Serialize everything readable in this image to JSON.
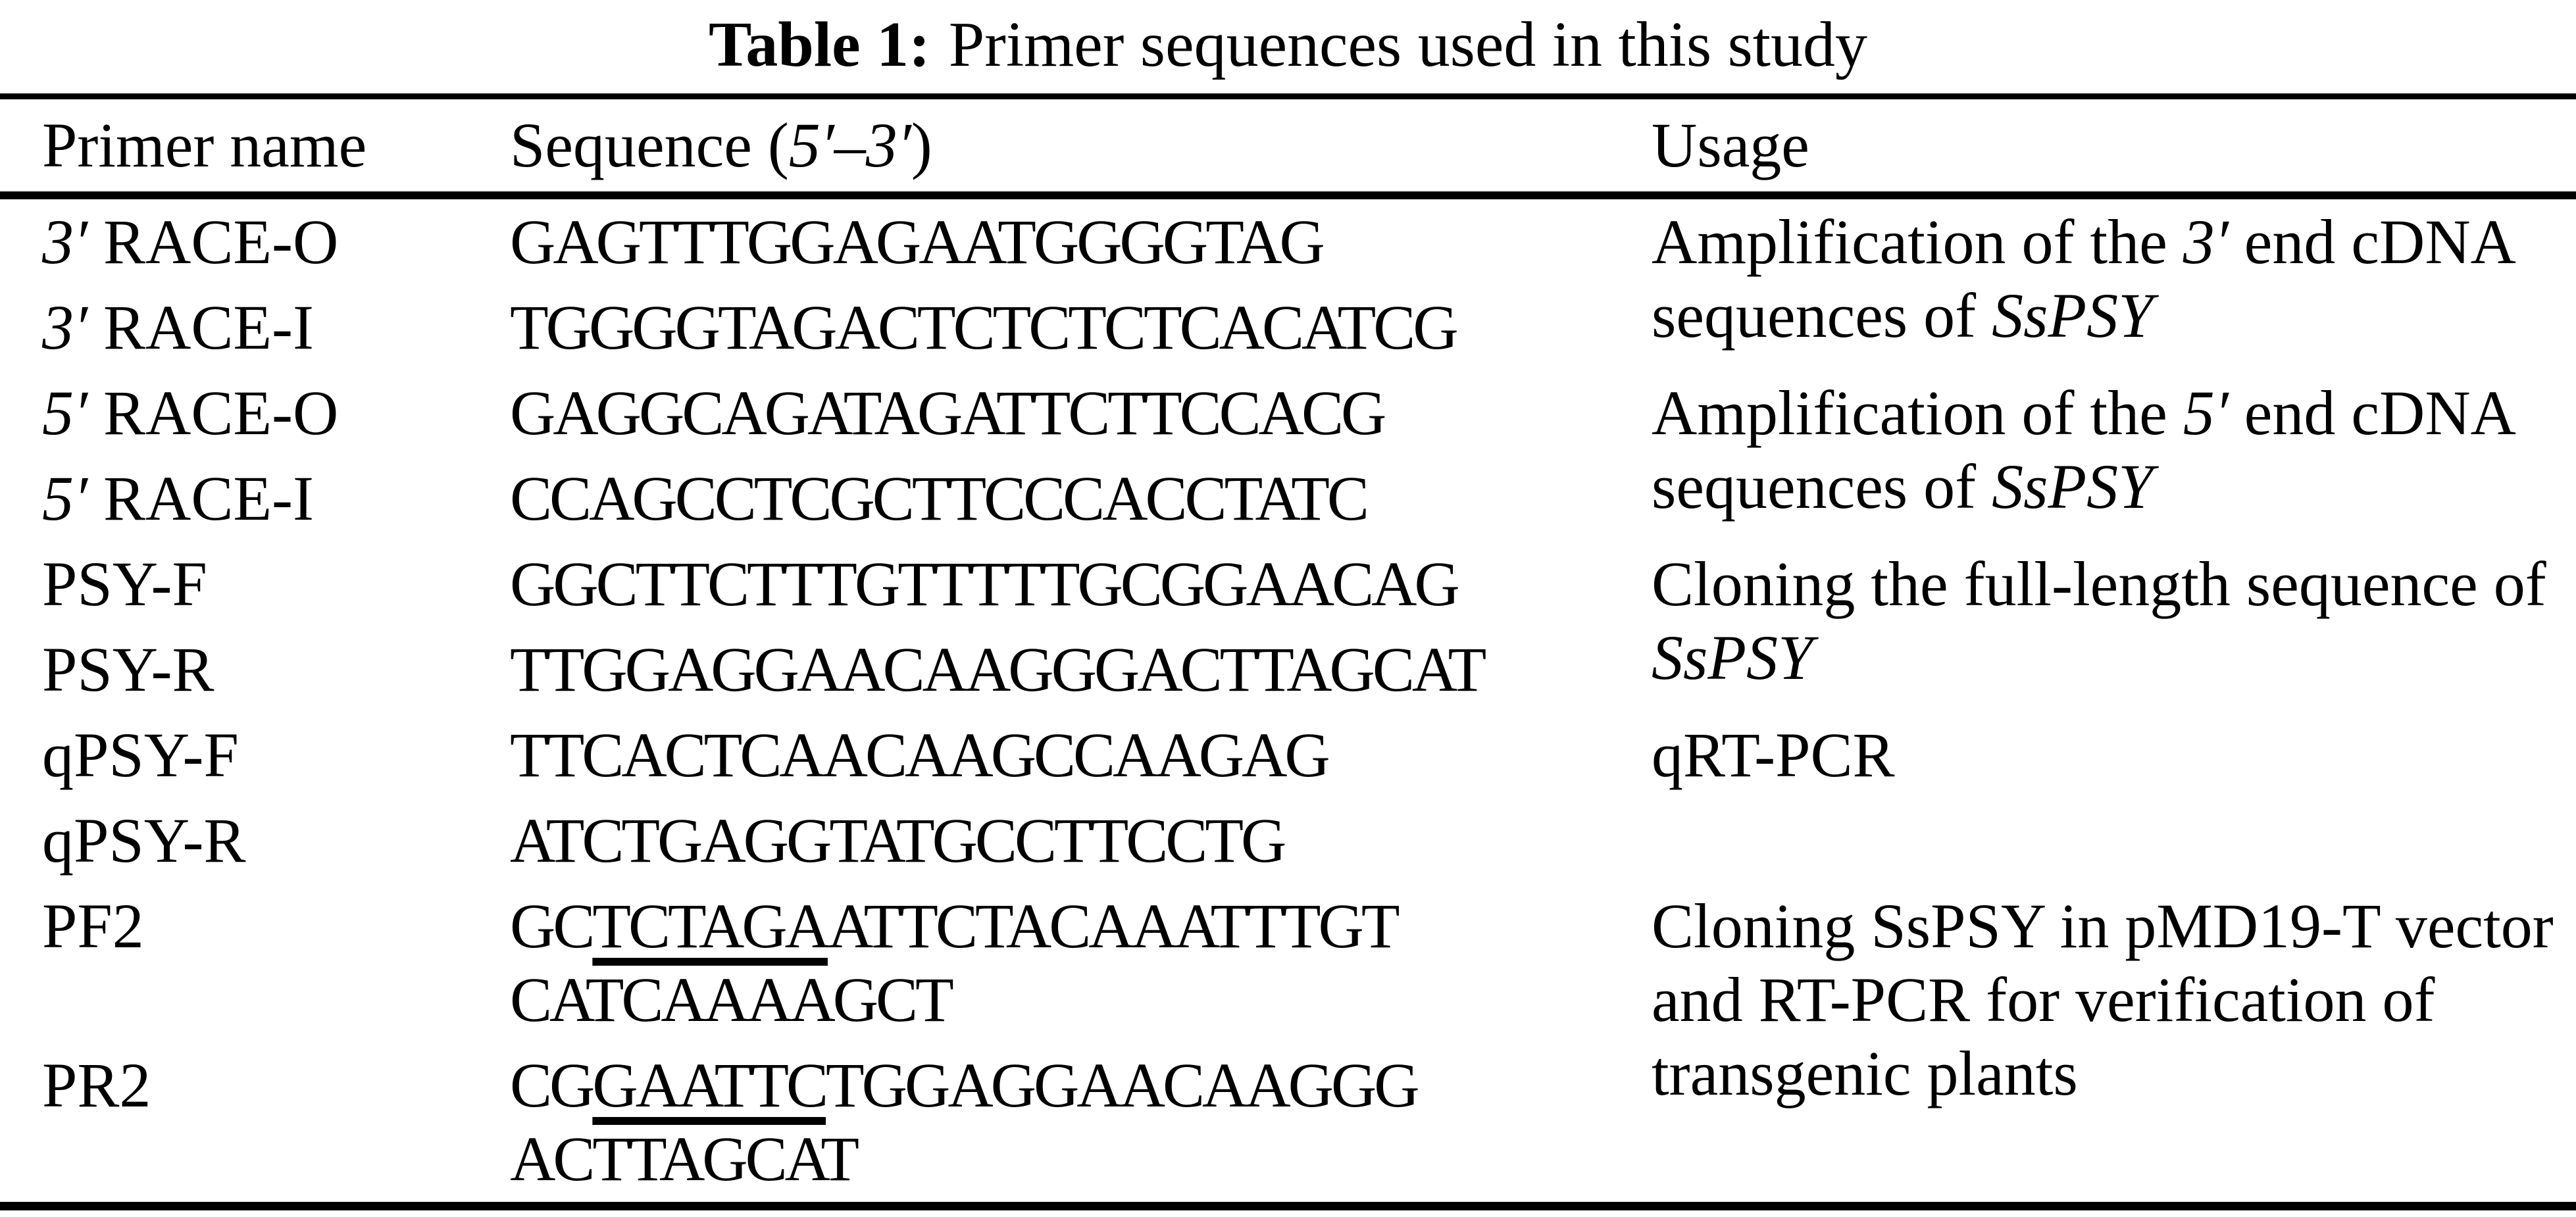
{
  "page": {
    "background": "#ffffff",
    "text_color": "#000000",
    "rule_color": "#000000"
  },
  "title": {
    "label": "Table 1:",
    "text": "Primer sequences used in this study"
  },
  "header": {
    "col1": "Primer name",
    "col2_pre": "Sequence (",
    "col2_range": "5′–3′",
    "col2_post": ")",
    "col3": "Usage"
  },
  "rows": [
    {
      "name_prime": "3′",
      "name": " RACE-O",
      "seq": "GAGTTTGGAGAATGGGGTAG"
    },
    {
      "name_prime": "3′",
      "name": " RACE-I",
      "seq": "TGGGGTAGACTCTCTCTCACATCG"
    },
    {
      "name_prime": "5′",
      "name": " RACE-O",
      "seq": "GAGGCAGATAGATTCTTCCACG"
    },
    {
      "name_prime": "5′",
      "name": " RACE-I",
      "seq": "CCAGCCTCGCTTCCCACCTATC"
    },
    {
      "name_prime": "",
      "name": "PSY-F",
      "seq": "GGCTTCTTTGTTTTTGCGGAACAG"
    },
    {
      "name_prime": "",
      "name": "PSY-R",
      "seq": "TTGGAGGAACAAGGGACTTAGCAT"
    },
    {
      "name_prime": "",
      "name": "qPSY-F",
      "seq": "TTCACTCAACAAGCCAAGAG"
    },
    {
      "name_prime": "",
      "name": "qPSY-R",
      "seq": "ATCTGAGGTATGCCTTCCTG"
    },
    {
      "name_prime": "",
      "name": "PF2",
      "seq_pre": "GC",
      "seq_site": "TCTAGA",
      "seq_post": "ATTCTACAAATTTGT",
      "seq_line2": "CATCAAAAGCT"
    },
    {
      "name_prime": "",
      "name": "PR2",
      "seq_pre": "CG",
      "seq_site": "GAATTC",
      "seq_post": "TGGAGGAACAAGGG",
      "seq_line2": "ACTTAGCAT"
    }
  ],
  "usages": [
    {
      "l1a": "Amplification of the ",
      "l1num": "3′",
      "l1b": " end cDNA",
      "l2": "sequences of ",
      "l2i": "SsPSY"
    },
    {
      "l1a": "Amplification of the ",
      "l1num": "5′",
      "l1b": " end cDNA",
      "l2": "sequences of ",
      "l2i": "SsPSY"
    },
    {
      "l1": "Cloning the full-length sequence of",
      "l2i": "SsPSY"
    },
    {
      "l1": "qRT-PCR"
    },
    {
      "l1": "Cloning SsPSY in pMD19-T vector",
      "l2": "and RT-PCR for verification of",
      "l3": "transgenic plants"
    }
  ]
}
